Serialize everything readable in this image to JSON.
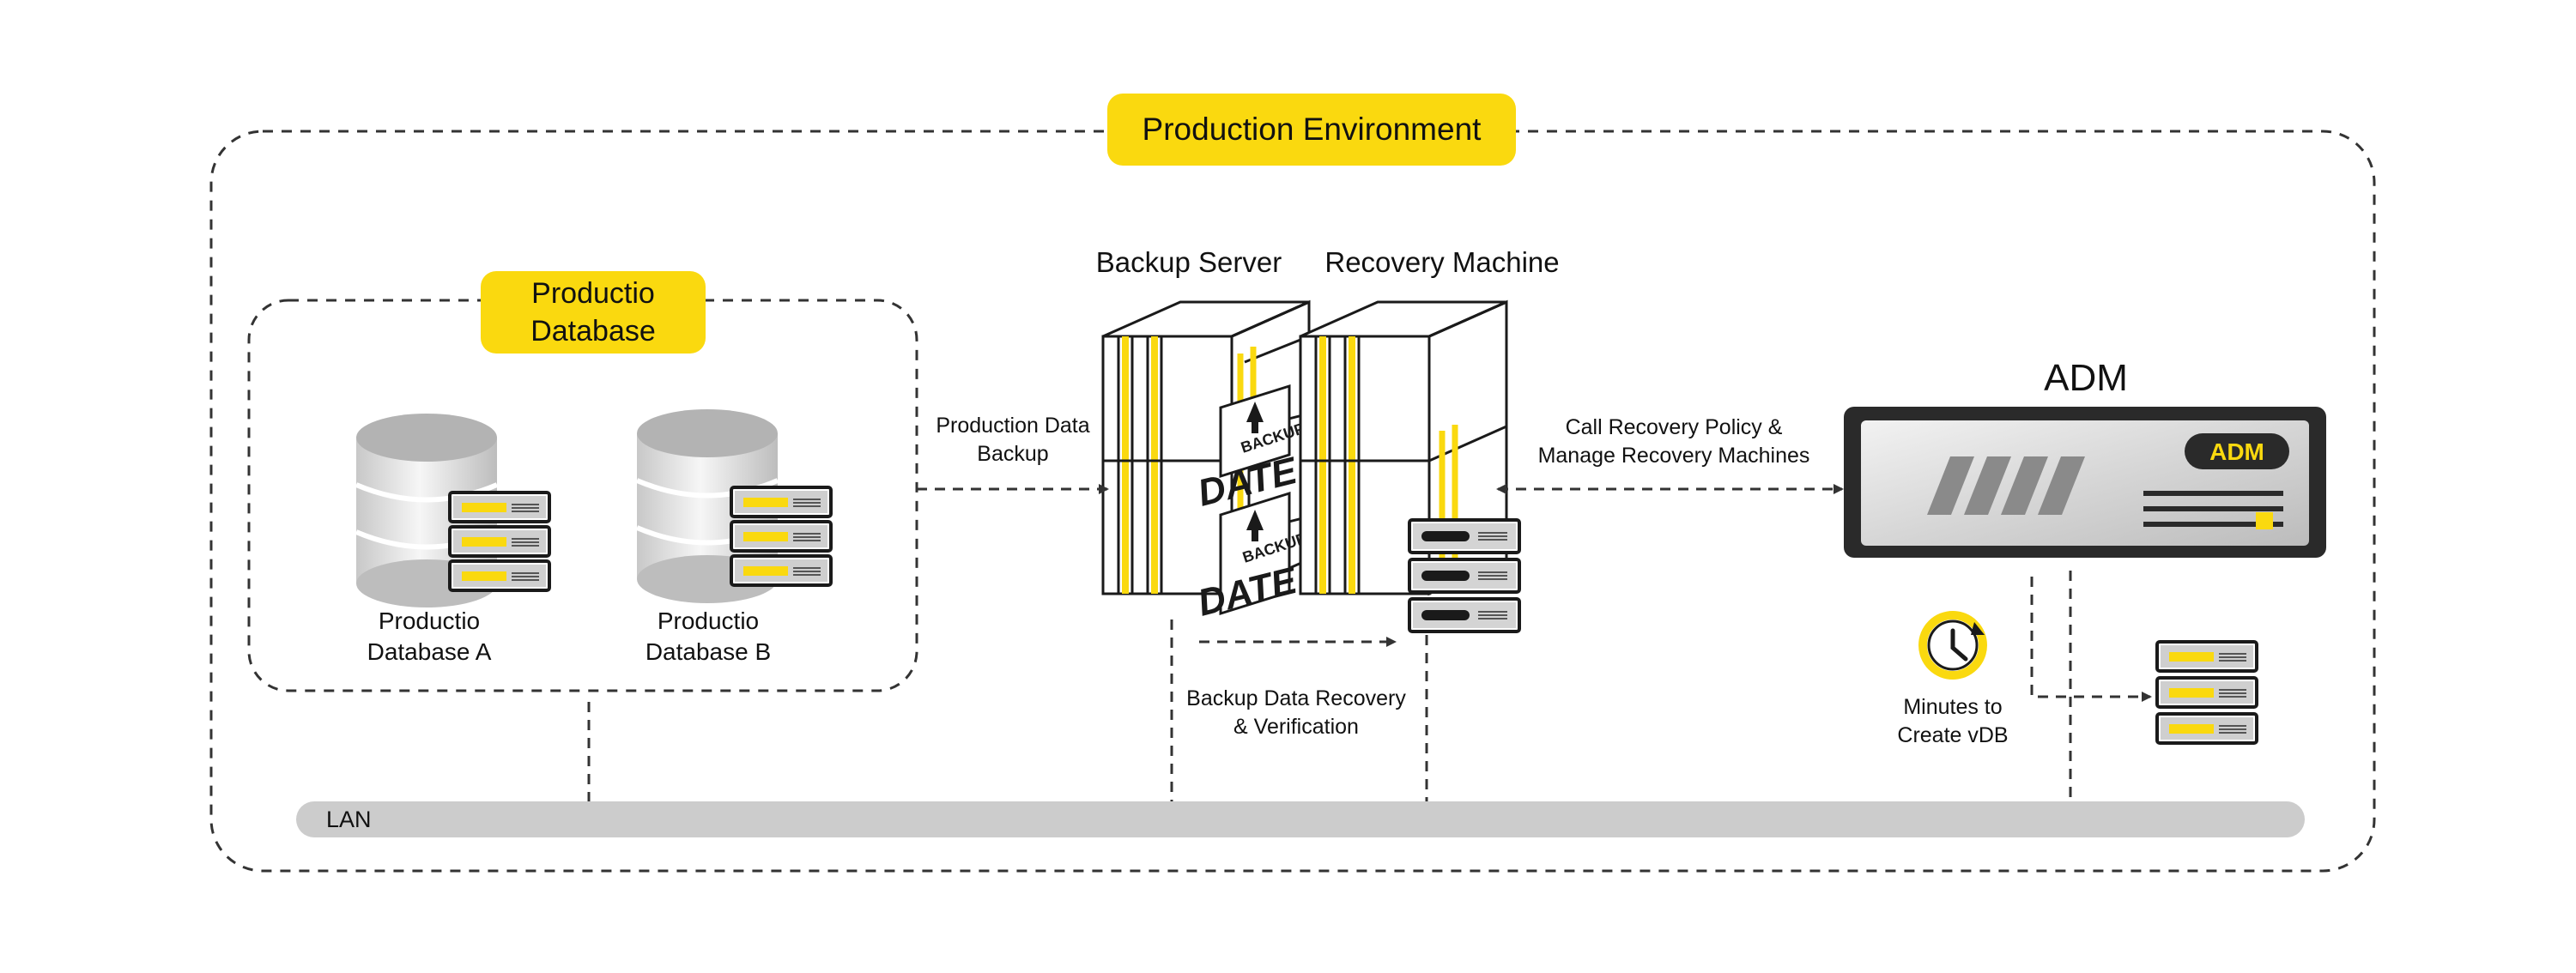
{
  "colors": {
    "accent": "#fad90f",
    "frame": "#1a1a1a",
    "lan": "#cccccc",
    "dash": "#333333"
  },
  "production_environment": {
    "label": "Production Environment"
  },
  "production_database": {
    "label_line1": "Productio",
    "label_line2": "Database"
  },
  "databases": [
    {
      "line1": "Productio",
      "line2": "Database A"
    },
    {
      "line1": "Productio",
      "line2": "Database B"
    }
  ],
  "backup_server": {
    "label": "Backup Server",
    "box_word": "BACKUP",
    "box_stamp": "DATE"
  },
  "recovery_machine": {
    "label": "Recovery Machine"
  },
  "adm": {
    "label": "ADM",
    "badge": "ADM"
  },
  "arrows": {
    "production_backup": {
      "line1": "Production Data",
      "line2": "Backup"
    },
    "recovery_policy": {
      "line1": "Call Recovery Policy &",
      "line2": "Manage Recovery Machines"
    },
    "backup_recovery": {
      "line1": "Backup Data Recovery",
      "line2": "& Verification"
    }
  },
  "vdb": {
    "line1": "Minutes to",
    "line2": "Create vDB"
  },
  "lan": {
    "label": "LAN"
  }
}
